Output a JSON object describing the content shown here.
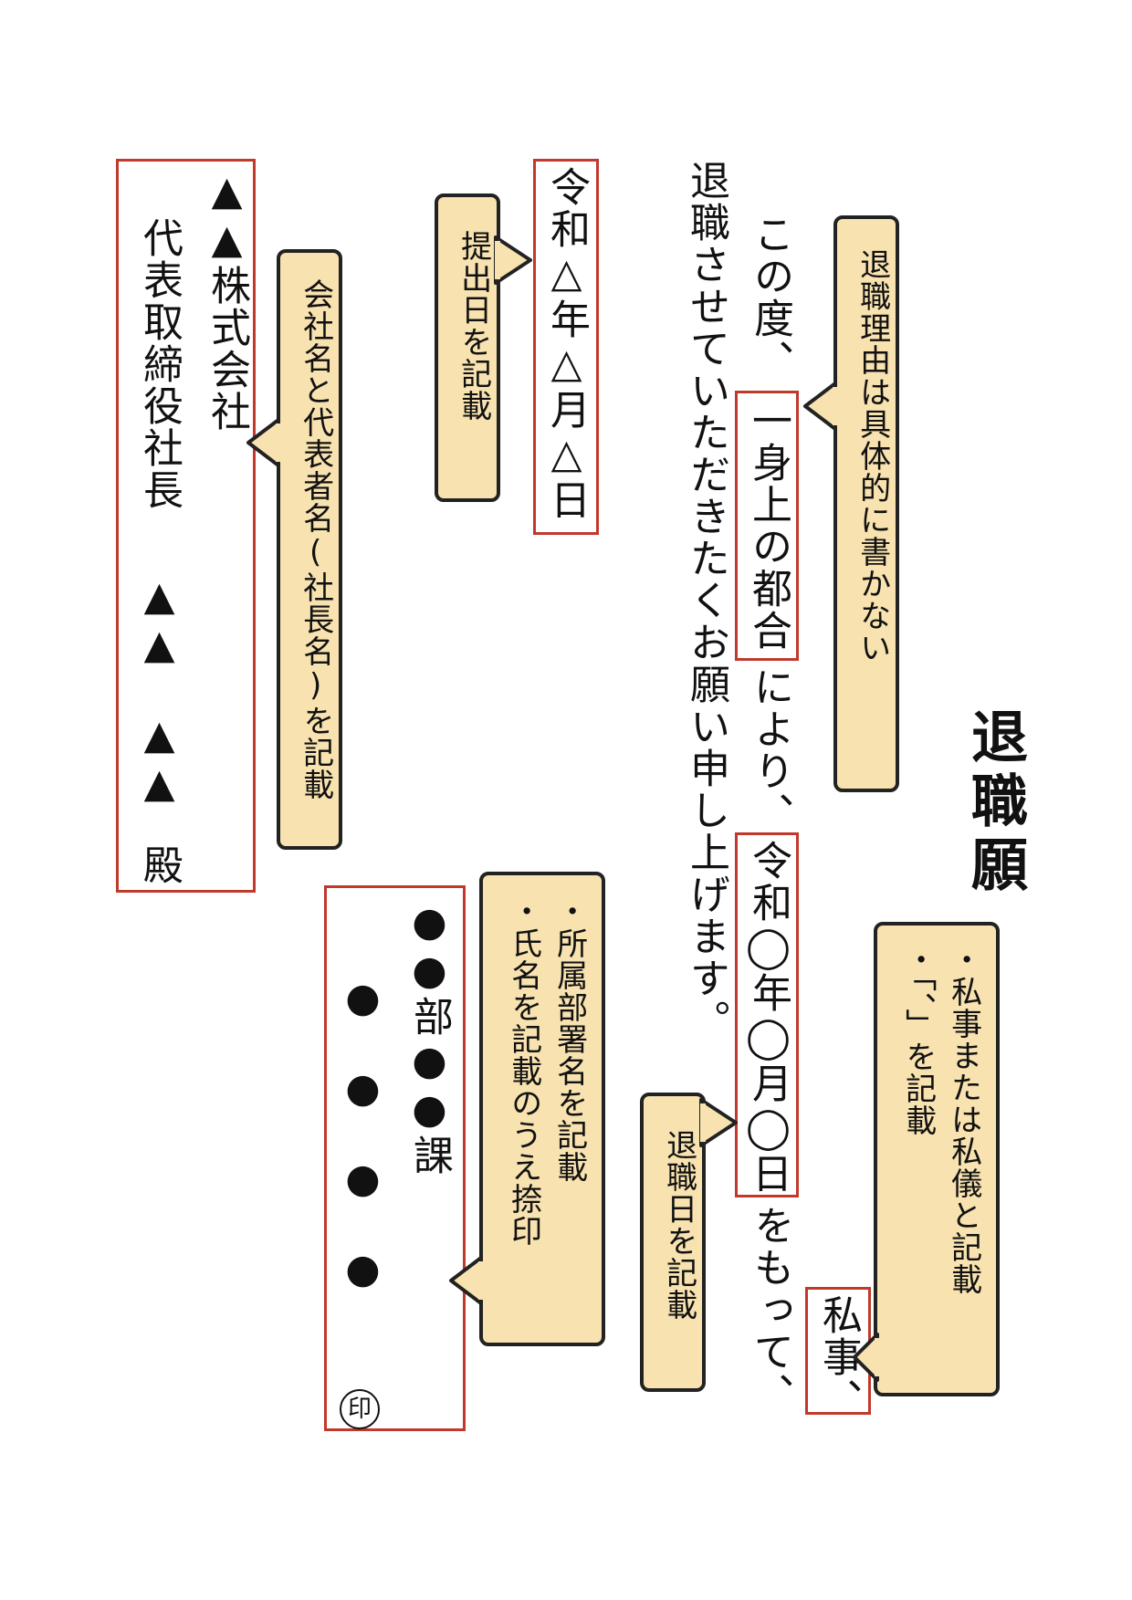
{
  "document": {
    "title": "退職願",
    "body_line1_part1": "この度、",
    "body_line1_reason": "一身上の都合",
    "body_line1_part2": "により、",
    "body_line1_date": "令和◯年◯月◯日",
    "body_line1_part3": "をもって、",
    "body_line2": "退職させていただきたくお願い申し上げます。",
    "opening_word": "私事、",
    "submission_date": "令和△年△月△日",
    "department": "●●部●●課",
    "applicant_name": "●　●　●　●",
    "seal": "印",
    "company_name": "▲▲株式会社",
    "representative_title": "代表取締役社長",
    "representative_name": "▲▲　▲▲",
    "honorific": "殿"
  },
  "notes": {
    "opening": [
      "・私事または私儀と記載",
      "・「、」を記載"
    ],
    "reason": "退職理由は具体的に書かない",
    "resignation_date": "退職日を記載",
    "department_name": [
      "・所属部署名を記載",
      "・氏名を記載のうえ捺印"
    ],
    "submission_date": "提出日を記載",
    "company_rep": "会社名と代表者名(社長名)を記載"
  },
  "colors": {
    "highlight_border": "#c0392b",
    "callout_fill": "#f7e2b0",
    "callout_border": "#222222"
  }
}
